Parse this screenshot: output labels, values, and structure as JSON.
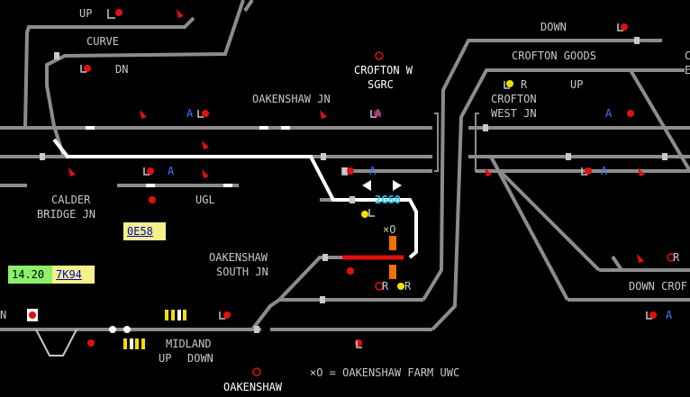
{
  "colors": {
    "track": "#8c8c8c",
    "route": "#ffffff",
    "occupied": "#e01010",
    "signal_red": "#e01010",
    "signal_yellow": "#f0e000",
    "aws_blue": "#3a7cff",
    "describer_cyan": "#20d0ff",
    "crossing_orange": "#f07000",
    "clock_bg": "#8cf06a",
    "berth_bg": "#f5f08a"
  },
  "labels": {
    "up_top": "UP",
    "curve": "CURVE",
    "dn_left": "DN",
    "crofton_w": "CROFTON W",
    "sgrc": "SGRC",
    "oakenshaw_jn": "OAKENSHAW JN",
    "down_top": "DOWN",
    "crofton_goods": "CROFTON GOODS",
    "crofton": "CROFTON",
    "west_jn": "WEST JN",
    "up_crofton": "UP",
    "r_crofton": "R",
    "calder": "CALDER",
    "bridge_jn": "BRIDGE JN",
    "ugl": "UGL",
    "oakenshaw_south": "OAKENSHAW",
    "south_jn": "SOUTH JN",
    "xo_small": "×O",
    "or_a": "R",
    "or_b": "R",
    "midland": "MIDLAND",
    "up_mid": "UP",
    "down_mid": "DOWN",
    "down_crof": "DOWN CROF",
    "oakenshaw_bottom": "OAKENSHAW",
    "legend": "×O = OAKENSHAW FARM UWC",
    "n_left": "N",
    "a1": "A",
    "a2": "A",
    "a3": "A",
    "a4": "A",
    "a5": "A",
    "a6": "A",
    "a7": "A",
    "r_right": "R",
    "e_right": "E",
    "c_right": "C"
  },
  "describer": {
    "headcode": "2G60"
  },
  "clock": {
    "time": "14.20"
  },
  "berths": {
    "b1": "0E58",
    "b2": "7K94"
  }
}
